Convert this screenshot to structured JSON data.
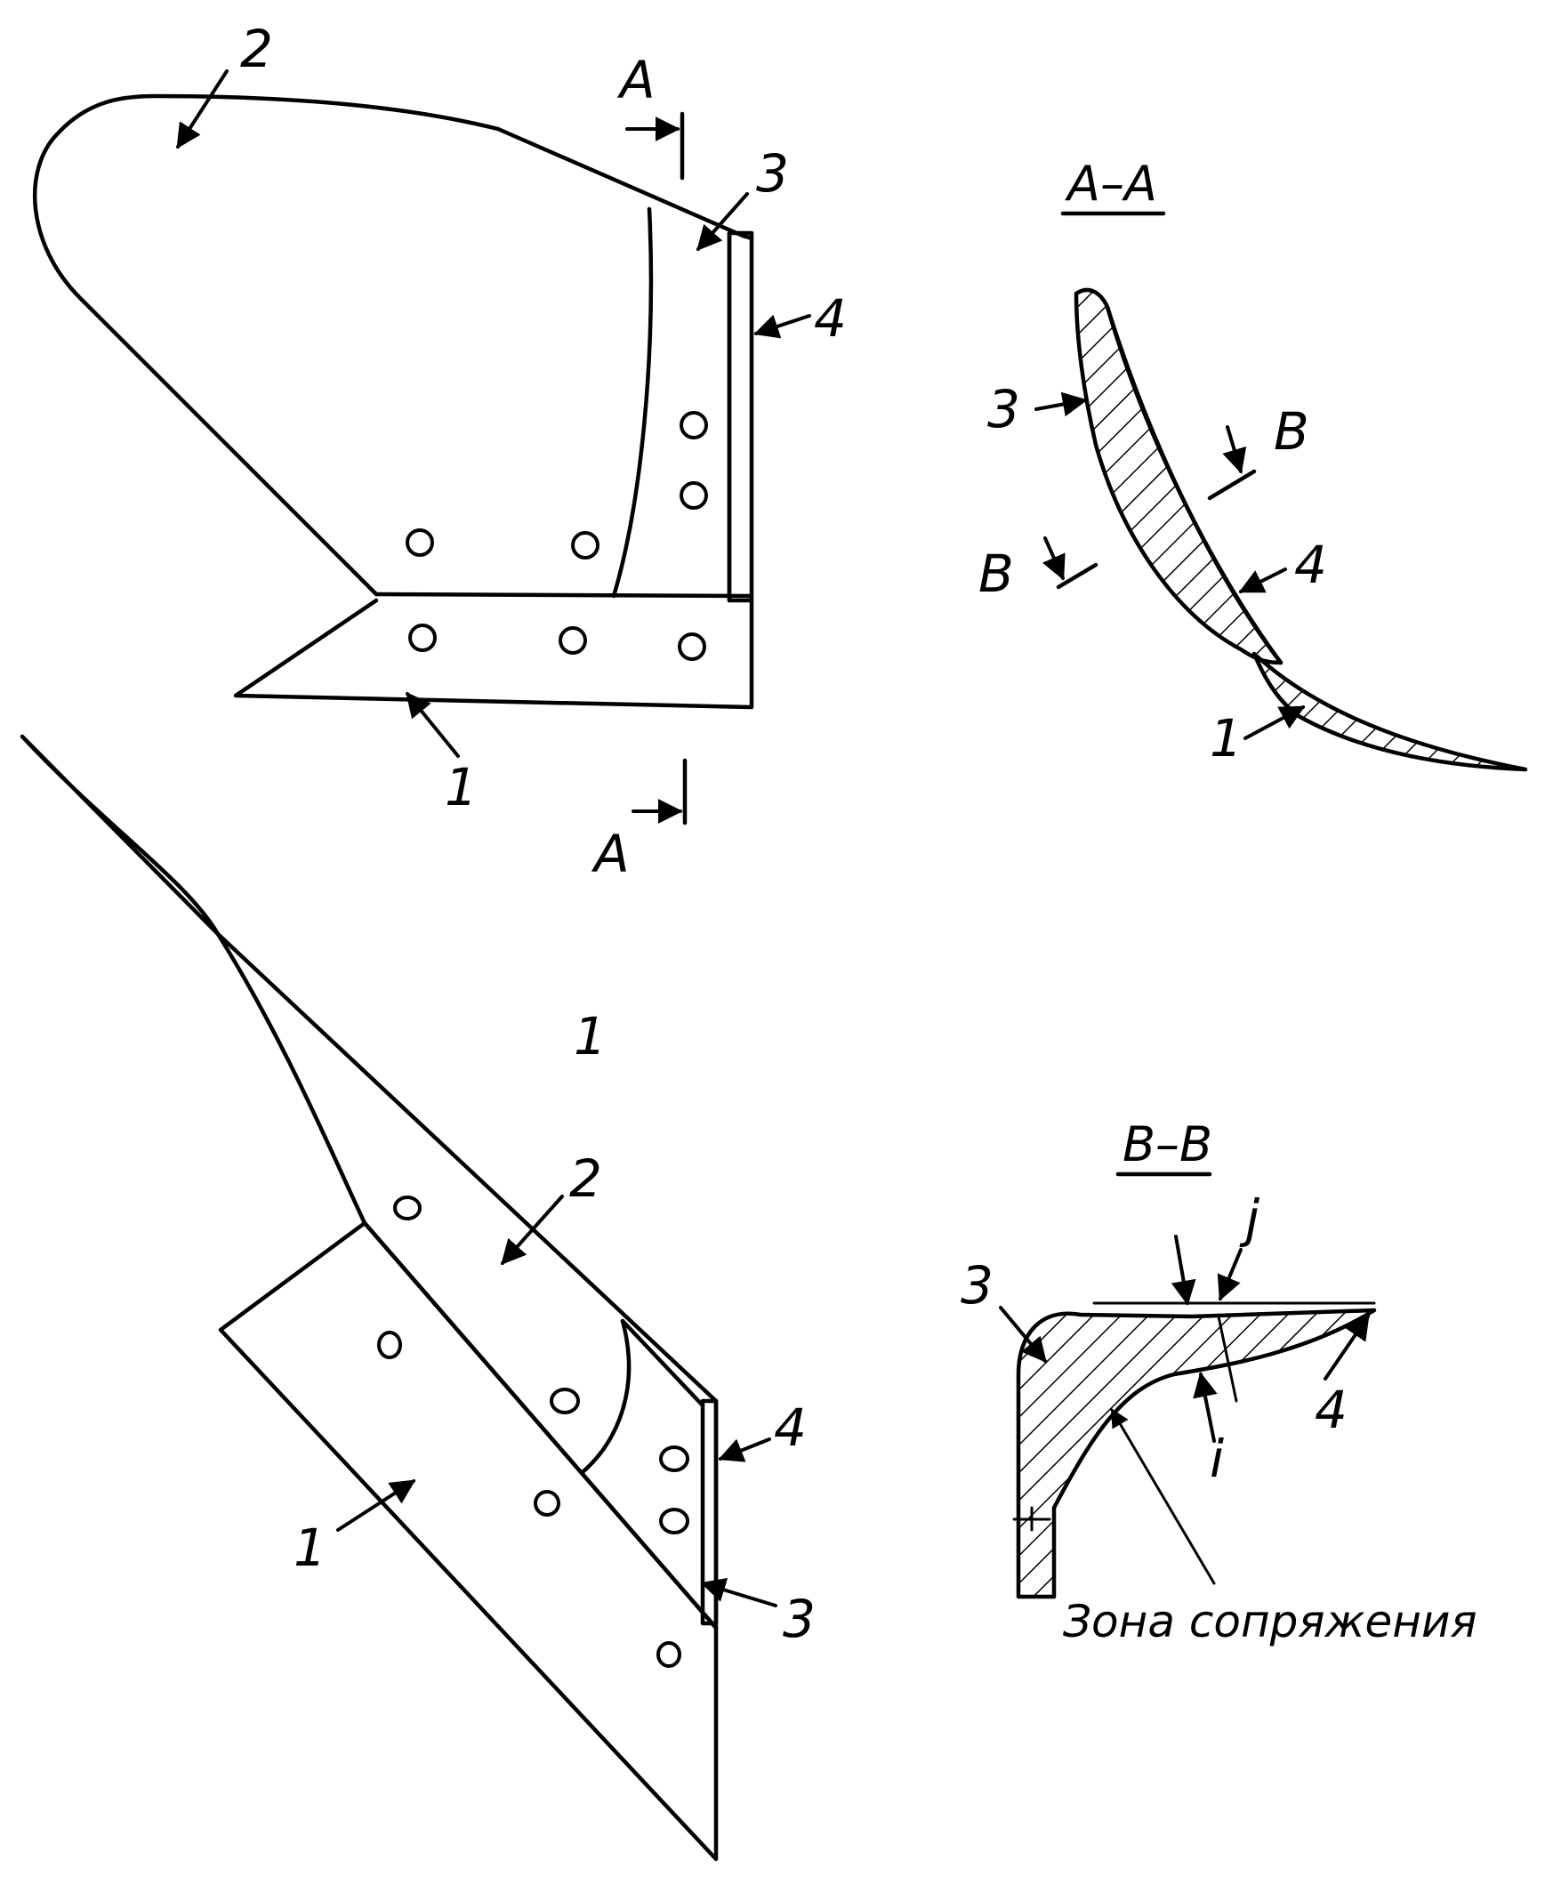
{
  "labels": {
    "share": "1",
    "moldboard": "2",
    "shin": "3",
    "insert": "4",
    "section_a": "A",
    "section_b": "B",
    "lower_view_number": "1"
  },
  "section_titles": {
    "a_a": "A–A",
    "b_b": "B–B"
  },
  "bb_section": {
    "dim_j": "j",
    "dim_i": "i",
    "caption": "Зона сопряжения"
  }
}
